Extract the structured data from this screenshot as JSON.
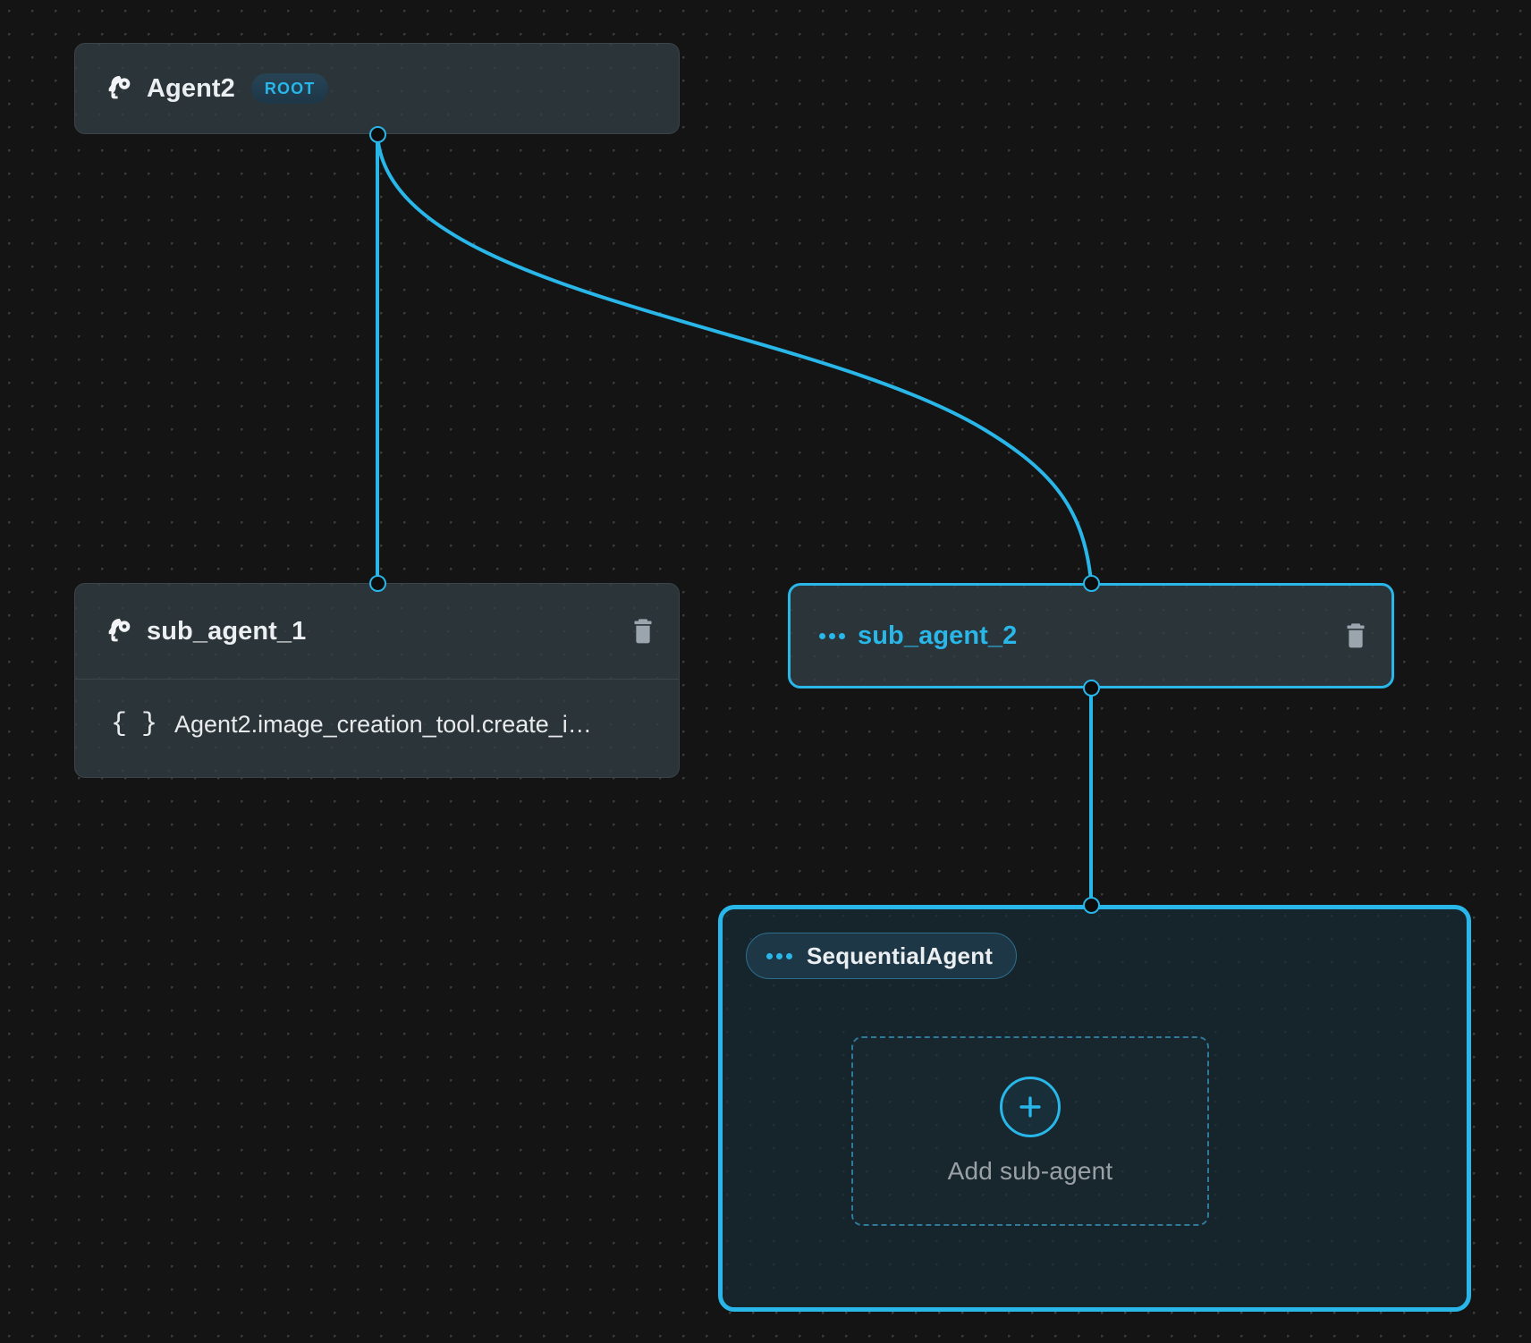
{
  "canvas": {
    "background_color": "#141414",
    "dot_color": "#3b3b3b",
    "accent_color": "#29b6e8",
    "node_fill": "#2b3439",
    "container_fill": "#16242c"
  },
  "nodes": [
    {
      "id": "agent2",
      "name": "Agent2",
      "icon": "brain-gear-icon",
      "badge": "ROOT",
      "selected": false,
      "has_delete": false
    },
    {
      "id": "sub_agent_1",
      "name": "sub_agent_1",
      "icon": "brain-gear-icon",
      "selected": false,
      "has_delete": true,
      "delete_icon": "trash-icon",
      "tools": [
        {
          "icon": "curly-braces-icon",
          "label": "Agent2.image_creation_tool.create_i…"
        }
      ]
    },
    {
      "id": "sub_agent_2",
      "name": "sub_agent_2",
      "icon": "three-dots-icon",
      "selected": true,
      "has_delete": true,
      "delete_icon": "trash-icon"
    }
  ],
  "container": {
    "badge_label": "SequentialAgent",
    "badge_icon": "three-dots-icon",
    "dropzone": {
      "label": "Add sub-agent",
      "icon": "plus-circle-icon"
    }
  }
}
